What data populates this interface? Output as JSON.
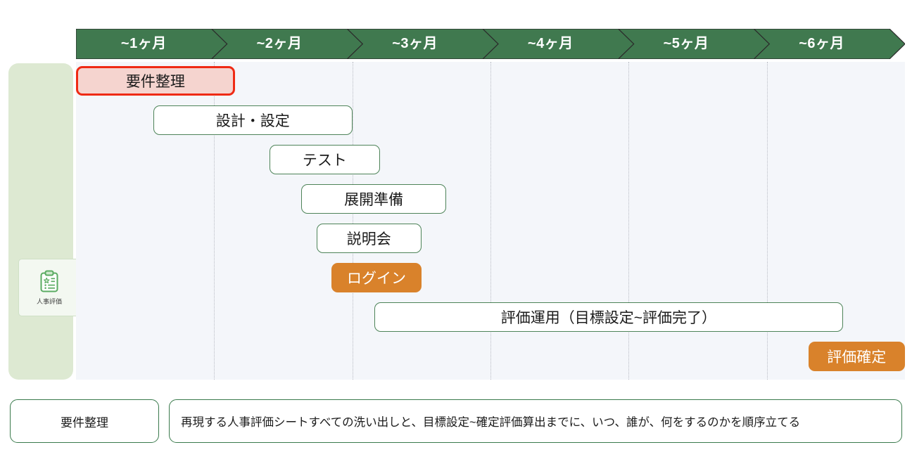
{
  "theme": {
    "header_green": "#40794f",
    "chart_bg": "#f4f6fa",
    "category_bg": "#dde9d2",
    "bar_outline_border": "#4d8358",
    "highlight_fill": "#f5d4cf",
    "highlight_border": "#ef2a14",
    "solid_fill": "#d9822b",
    "gridline_color": "#b9bcc4",
    "text_dark": "#1b1b1b",
    "text_light": "#ffffff"
  },
  "timeline": {
    "phases": [
      {
        "label": "~1ヶ月"
      },
      {
        "label": "~2ヶ月"
      },
      {
        "label": "~3ヶ月"
      },
      {
        "label": "~4ヶ月"
      },
      {
        "label": "~5ヶ月"
      },
      {
        "label": "~6ヶ月"
      }
    ]
  },
  "category": {
    "icon": "clipboard-checklist-icon",
    "label": "人事評価"
  },
  "tasks": [
    {
      "label": "要件整理",
      "style": "highlight"
    },
    {
      "label": "設計・設定",
      "style": "outline"
    },
    {
      "label": "テスト",
      "style": "outline"
    },
    {
      "label": "展開準備",
      "style": "outline"
    },
    {
      "label": "説明会",
      "style": "outline"
    },
    {
      "label": "ログイン",
      "style": "solid"
    },
    {
      "label": "評価運用（目標設定~評価完了）",
      "style": "outline"
    },
    {
      "label": "評価確定",
      "style": "solid"
    }
  ],
  "footer": {
    "term": "要件整理",
    "description": "再現する人事評価シートすべての洗い出しと、目標設定~確定評価算出までに、いつ、誰が、何をするのかを順序立てる"
  },
  "chart_data": {
    "type": "bar",
    "title": "",
    "xlabel": "",
    "ylabel": "",
    "categories": [
      "~1ヶ月",
      "~2ヶ月",
      "~3ヶ月",
      "~4ヶ月",
      "~5ヶ月",
      "~6ヶ月"
    ],
    "series": [
      {
        "name": "要件整理",
        "start_month": 0.0,
        "end_month": 1.15,
        "style": "highlight"
      },
      {
        "name": "設計・設定",
        "start_month": 0.56,
        "end_month": 2.0,
        "style": "outline"
      },
      {
        "name": "テスト",
        "start_month": 1.4,
        "end_month": 2.2,
        "style": "outline"
      },
      {
        "name": "展開準備",
        "start_month": 1.63,
        "end_month": 2.68,
        "style": "outline"
      },
      {
        "name": "説明会",
        "start_month": 1.74,
        "end_month": 2.5,
        "style": "outline"
      },
      {
        "name": "ログイン",
        "start_month": 1.85,
        "end_month": 2.5,
        "style": "solid"
      },
      {
        "name": "評価運用（目標設定~評価完了）",
        "start_month": 2.16,
        "end_month": 5.55,
        "style": "outline"
      },
      {
        "name": "評価確定",
        "start_month": 5.3,
        "end_month": 6.0,
        "style": "solid"
      }
    ],
    "grid": true,
    "legend": "none"
  }
}
